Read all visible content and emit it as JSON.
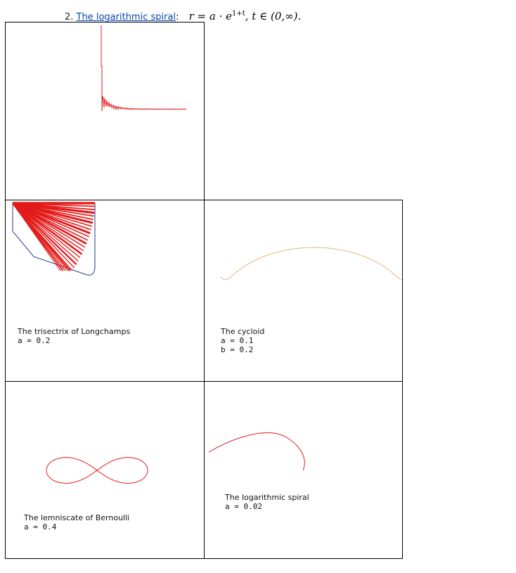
{
  "heading": {
    "number": "2.",
    "link": "The logarithmic spiral",
    "colon": ":",
    "formula_lhs": "r = a · e",
    "formula_exp": "1+t",
    "formula_rest": ",   t ∈ (0,∞)."
  },
  "cells": {
    "top": {},
    "trisectrix": {
      "title": "The trisectrix of Longchamps",
      "param": "a = 0.2"
    },
    "cycloid": {
      "title": "The cycloid",
      "param1": "a = 0.1",
      "param2": "b = 0.2"
    },
    "lemniscate": {
      "title": "The lemniscate of Bernoulli",
      "param": "a = 0.4"
    },
    "spiral": {
      "title": "The logarithmic spiral",
      "param": "a = 0.02"
    }
  },
  "colors": {
    "curve_red": "#e41b1b",
    "curve_orange": "#c8872a",
    "frame_blue": "#1f3a93",
    "link": "#0645ad"
  }
}
